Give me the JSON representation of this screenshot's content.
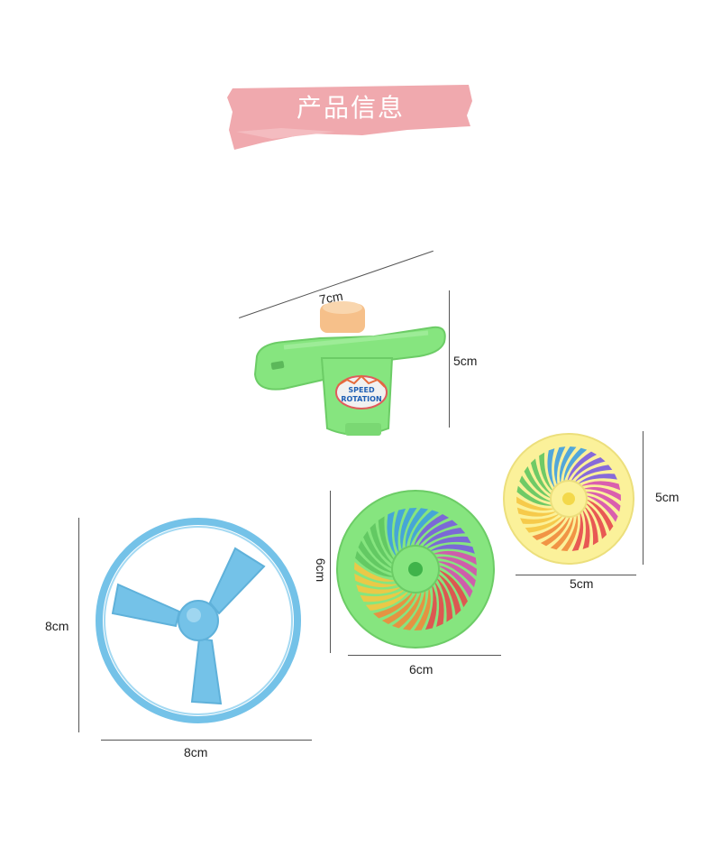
{
  "header": {
    "title": "产品信息"
  },
  "colors": {
    "banner": "#f0a9ae",
    "spinner_green": "#86e57f",
    "disc_blue": "#74c2e8",
    "disc_yellow": "#fbf19a"
  },
  "products": {
    "launcher": {
      "width_label": "7cm",
      "height_label": "5cm",
      "sticker_line1": "SPEED",
      "sticker_line2": "ROTATION"
    },
    "flying_disc": {
      "width_label": "8cm",
      "height_label": "8cm"
    },
    "green_spinner": {
      "width_label": "6cm",
      "height_label": "6cm"
    },
    "yellow_spinner": {
      "width_label": "5cm",
      "height_label": "5cm"
    }
  }
}
